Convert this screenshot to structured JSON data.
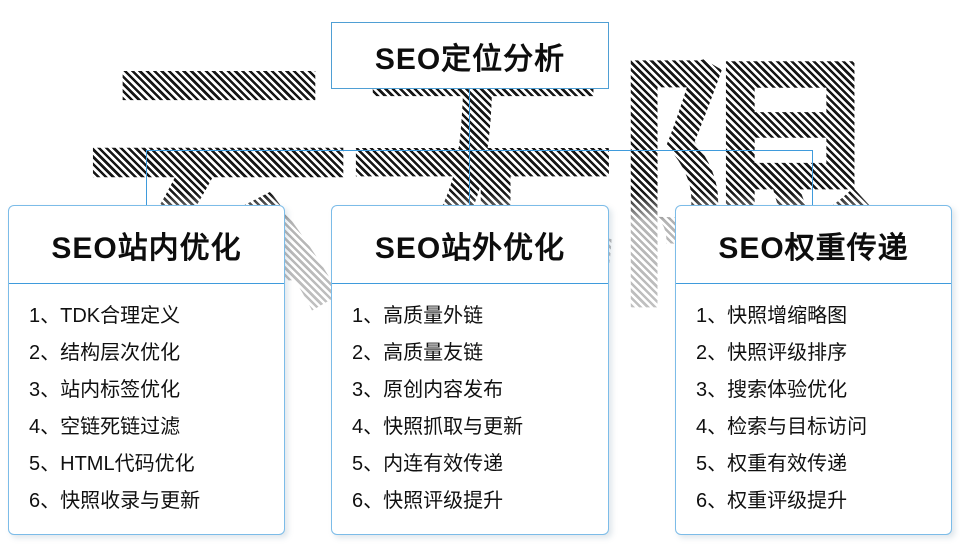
{
  "title": "SEO定位分析",
  "watermark": "云无限",
  "colors": {
    "accent": "#3f9bdc",
    "box_border": "#7cbce8",
    "text": "#101010",
    "watermark_hatch": "#161616"
  },
  "columns": [
    {
      "header": "SEO站内优化",
      "items": [
        "1、TDK合理定义",
        "2、结构层次优化",
        "3、站内标签优化",
        "4、空链死链过滤",
        "5、HTML代码优化",
        "6、快照收录与更新"
      ]
    },
    {
      "header": "SEO站外优化",
      "items": [
        "1、高质量外链",
        "2、高质量友链",
        "3、原创内容发布",
        "4、快照抓取与更新",
        "5、内连有效传递",
        "6、快照评级提升"
      ]
    },
    {
      "header": "SEO权重传递",
      "items": [
        "1、快照增缩略图",
        "2、快照评级排序",
        "3、搜索体验优化",
        "4、检索与目标访问",
        "5、权重有效传递",
        "6、权重评级提升"
      ]
    }
  ]
}
